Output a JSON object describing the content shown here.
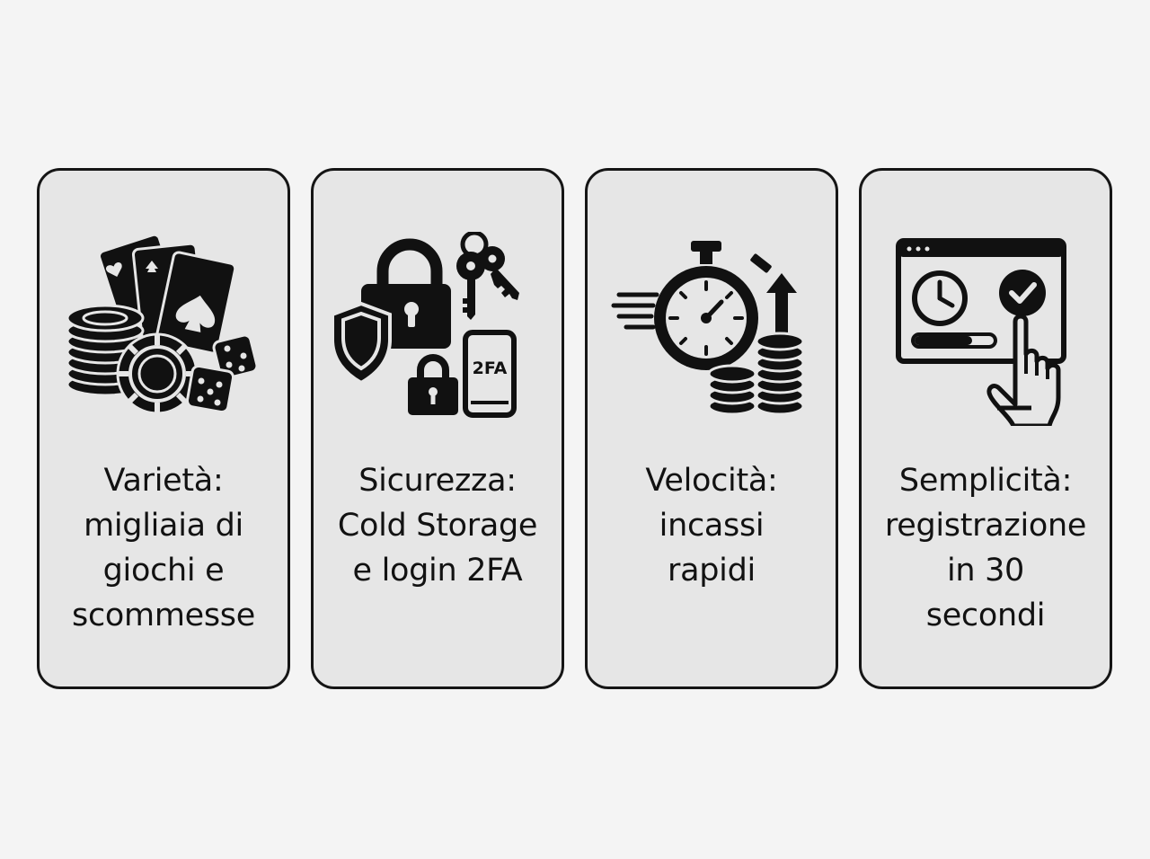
{
  "colors": {
    "background": "#f4f4f4",
    "card_fill": "#e6e6e6",
    "card_border": "#151515",
    "icon": "#111111",
    "text": "#121212"
  },
  "cards": [
    {
      "icon": "casino-chips-cards-dice-icon",
      "lines": [
        "Varietà:",
        "migliaia di",
        "giochi e",
        "scommesse"
      ]
    },
    {
      "icon": "security-lock-shield-keys-2fa-icon",
      "badge": "2FA",
      "lines": [
        "Sicurezza:",
        "Cold Storage",
        "e login 2FA"
      ]
    },
    {
      "icon": "stopwatch-coins-arrow-icon",
      "lines": [
        "Velocità:",
        "incassi",
        "rapidi"
      ]
    },
    {
      "icon": "browser-clock-checkmark-hand-icon",
      "lines": [
        "Semplicità:",
        "registrazione",
        "in 30",
        "secondi"
      ]
    }
  ]
}
